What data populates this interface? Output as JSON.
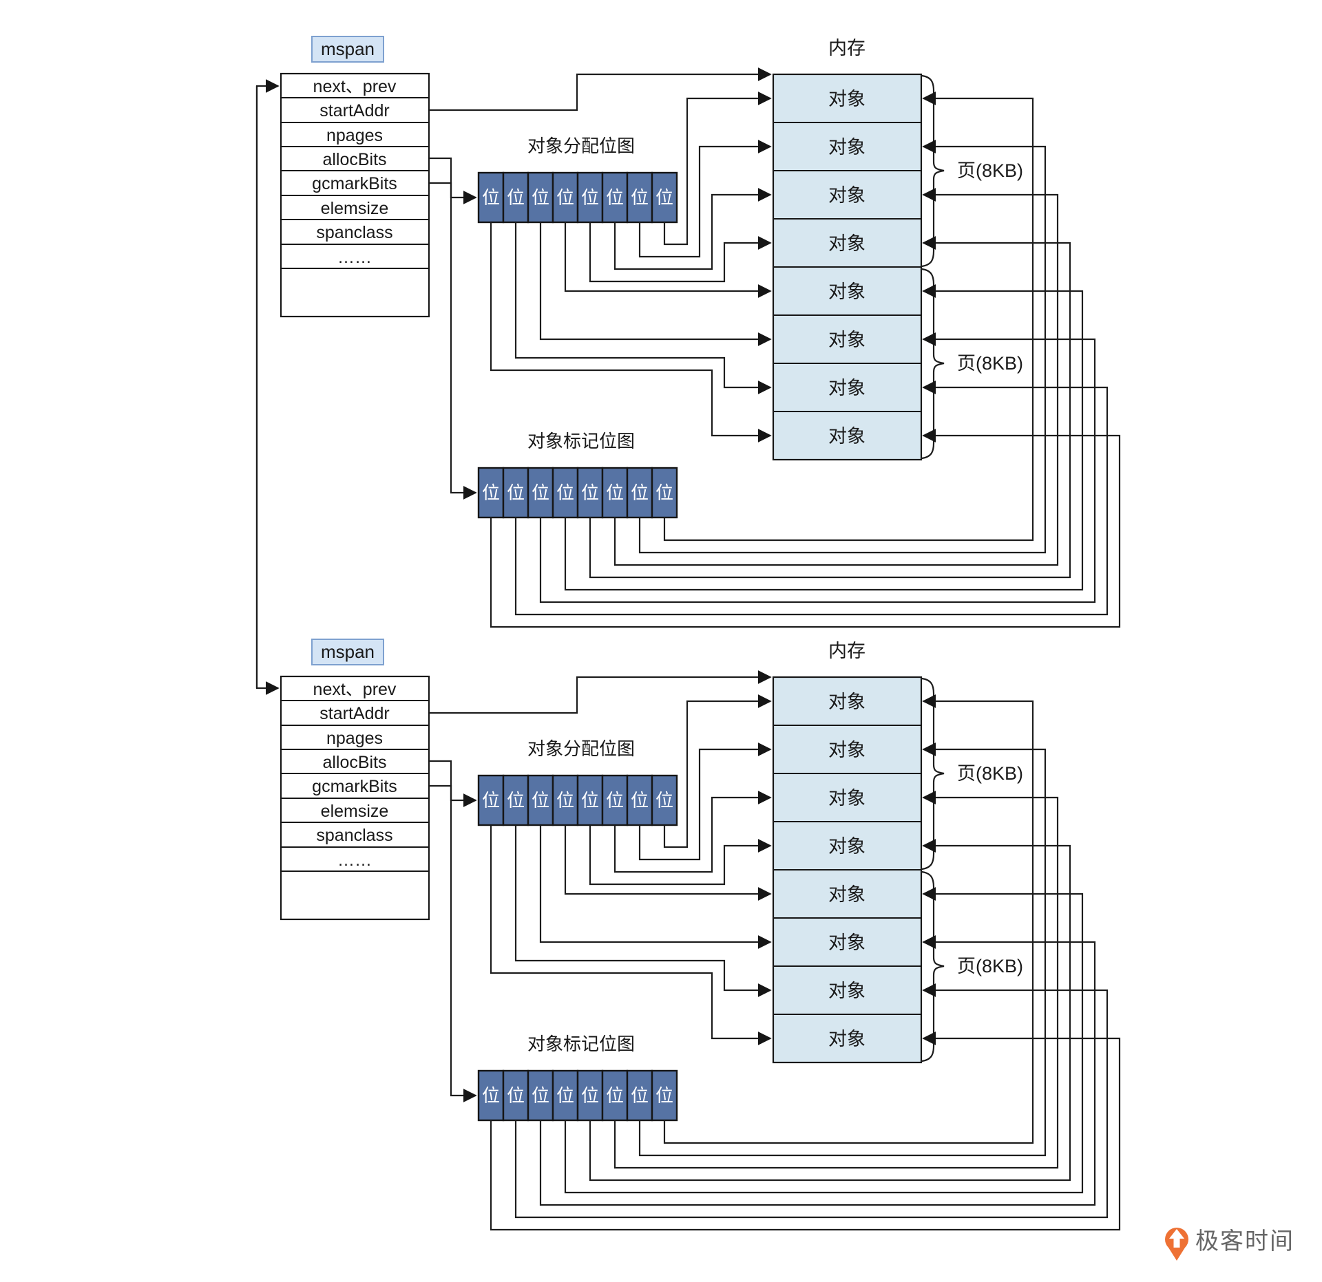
{
  "labels": {
    "mspan": "mspan",
    "struct_fields": [
      "next、prev",
      "startAddr",
      "npages",
      "allocBits",
      "gcmarkBits",
      "elemsize",
      "spanclass",
      "……"
    ],
    "alloc_bitmap_title": "对象分配位图",
    "mark_bitmap_title": "对象标记位图",
    "memory_title": "内存",
    "object": "对象",
    "bit": "位",
    "page": "页(8KB)"
  },
  "structure": {
    "mspan_count": 2,
    "bits_per_bitmap": 8,
    "objects_per_memory": 8,
    "objects_per_page": 4
  },
  "footer": {
    "brand": "极客时间"
  },
  "colors": {
    "bit_cell": "#5673a4",
    "object_box": "#d7e7f0",
    "mspan_box": "#d4e4f5",
    "mspan_border": "#7da0cf",
    "line": "#1c1c1c",
    "brand_orange": "#ee7134",
    "brand_text": "#666666"
  }
}
